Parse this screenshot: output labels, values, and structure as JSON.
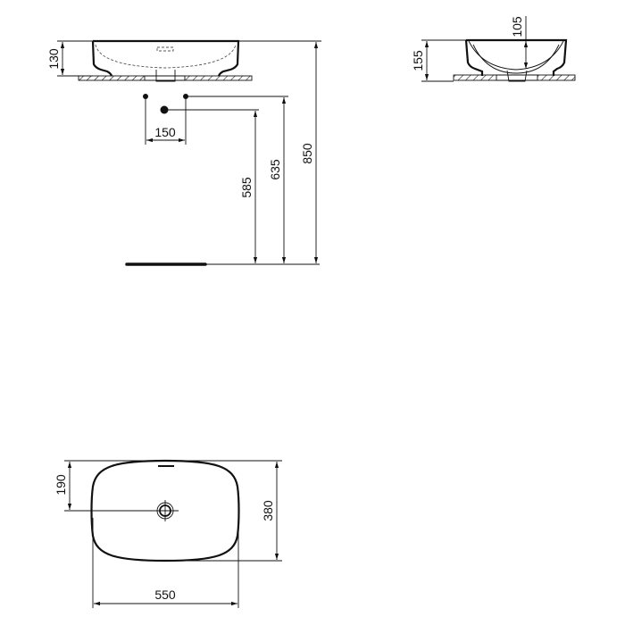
{
  "drawing": {
    "front_view": {
      "dimensions": {
        "basin_height": "130",
        "tap_spacing": "150",
        "waste_height": "585",
        "tap_height": "635",
        "rim_height": "850"
      }
    },
    "side_view": {
      "dimensions": {
        "overall_height": "155",
        "bowl_depth": "105"
      }
    },
    "plan_view": {
      "dimensions": {
        "drain_offset": "190",
        "depth": "380",
        "width": "550"
      }
    }
  }
}
